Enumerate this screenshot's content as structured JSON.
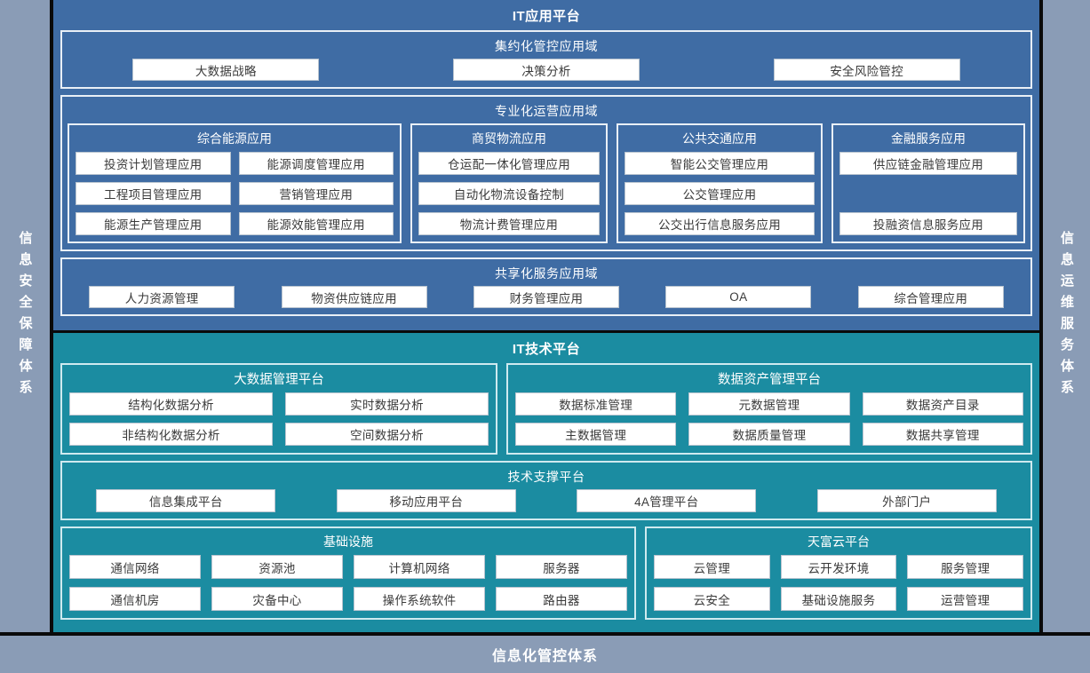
{
  "side_left": {
    "label": "信息安全保障体系"
  },
  "side_right": {
    "label": "信息运维服务体系"
  },
  "bottom": {
    "label": "信息化管控体系"
  },
  "app_platform": {
    "title": "IT应用平台",
    "intensive": {
      "title": "集约化管控应用域",
      "items": [
        "大数据战略",
        "决策分析",
        "安全风险管控"
      ]
    },
    "professional": {
      "title": "专业化运营应用域",
      "groups": [
        {
          "title": "综合能源应用",
          "rows": [
            [
              "投资计划管理应用",
              "能源调度管理应用"
            ],
            [
              "工程项目管理应用",
              "营销管理应用"
            ],
            [
              "能源生产管理应用",
              "能源效能管理应用"
            ]
          ]
        },
        {
          "title": "商贸物流应用",
          "rows": [
            [
              "仓运配一体化管理应用"
            ],
            [
              "自动化物流设备控制"
            ],
            [
              "物流计费管理应用"
            ]
          ]
        },
        {
          "title": "公共交通应用",
          "rows": [
            [
              "智能公交管理应用"
            ],
            [
              "公交管理应用"
            ],
            [
              "公交出行信息服务应用"
            ]
          ]
        },
        {
          "title": "金融服务应用",
          "rows": [
            [
              "供应链金融管理应用"
            ],
            [
              ""
            ],
            [
              "投融资信息服务应用"
            ]
          ]
        }
      ]
    },
    "shared": {
      "title": "共享化服务应用域",
      "items": [
        "人力资源管理",
        "物资供应链应用",
        "财务管理应用",
        "OA",
        "综合管理应用"
      ]
    }
  },
  "tech_platform": {
    "title": "IT技术平台",
    "bigdata": {
      "title": "大数据管理平台",
      "rows": [
        [
          "结构化数据分析",
          "实时数据分析"
        ],
        [
          "非结构化数据分析",
          "空间数据分析"
        ]
      ]
    },
    "data_asset": {
      "title": "数据资产管理平台",
      "rows": [
        [
          "数据标准管理",
          "元数据管理",
          "数据资产目录"
        ],
        [
          "主数据管理",
          "数据质量管理",
          "数据共享管理"
        ]
      ]
    },
    "support": {
      "title": "技术支撑平台",
      "items": [
        "信息集成平台",
        "移动应用平台",
        "4A管理平台",
        "外部门户"
      ]
    },
    "infrastructure": {
      "title": "基础设施",
      "rows": [
        [
          "通信网络",
          "资源池",
          "计算机网络",
          "服务器"
        ],
        [
          "通信机房",
          "灾备中心",
          "操作系统软件",
          "路由器"
        ]
      ]
    },
    "cloud": {
      "title": "天富云平台",
      "rows": [
        [
          "云管理",
          "云开发环境",
          "服务管理"
        ],
        [
          "云安全",
          "基础设施服务",
          "运营管理"
        ]
      ]
    }
  },
  "colors": {
    "app_blue": "#3f6ca4",
    "tech_teal": "#1b8ca1",
    "frame_gray": "#8a9cb6",
    "chip_white": "#ffffff",
    "divider_black": "#0a0a0a"
  }
}
